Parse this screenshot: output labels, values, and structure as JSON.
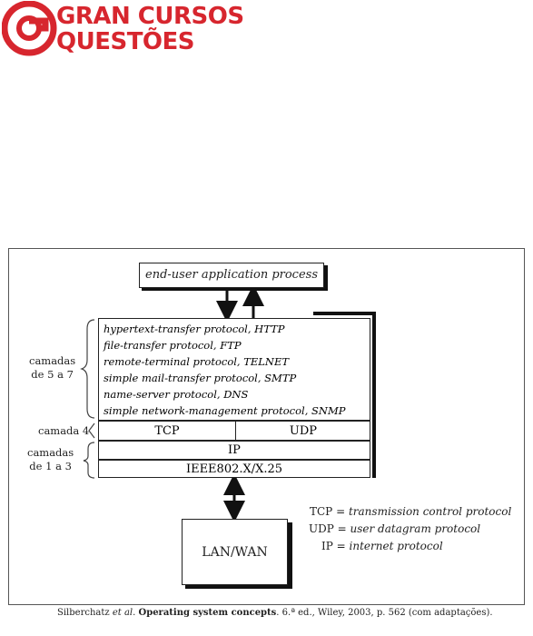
{
  "logo": {
    "line1": "GRAN CURSOS",
    "line2": "QUESTÕES",
    "brand_color": "#d7262e"
  },
  "diagram": {
    "app_process": "end-user application process",
    "protocols": [
      "hypertext-transfer protocol, HTTP",
      "file-transfer protocol, FTP",
      "remote-terminal protocol, TELNET",
      "simple mail-transfer protocol, SMTP",
      "name-server protocol, DNS",
      "simple network-management protocol, SNMP"
    ],
    "tcp": "TCP",
    "udp": "UDP",
    "ip": "IP",
    "ieee": "IEEE802.X/X.25",
    "lanwan": "LAN/WAN",
    "layers_5_7": [
      "camadas",
      "de 5 a 7"
    ],
    "layer_4": "camada 4",
    "layers_1_3": [
      "camadas",
      "de 1 a 3"
    ],
    "legend": {
      "tcp_abbr": "TCP =",
      "tcp_def": "transmission control protocol",
      "udp_abbr": "UDP =",
      "udp_def": "user datagram protocol",
      "ip_abbr": "IP =",
      "ip_def": "internet protocol"
    }
  },
  "caption": {
    "authors": "Silberchatz",
    "etal": "et al.",
    "title": "Operating system concepts",
    "rest": ". 6.ª ed., Wiley, 2003, p. 562 (com adaptações)."
  }
}
